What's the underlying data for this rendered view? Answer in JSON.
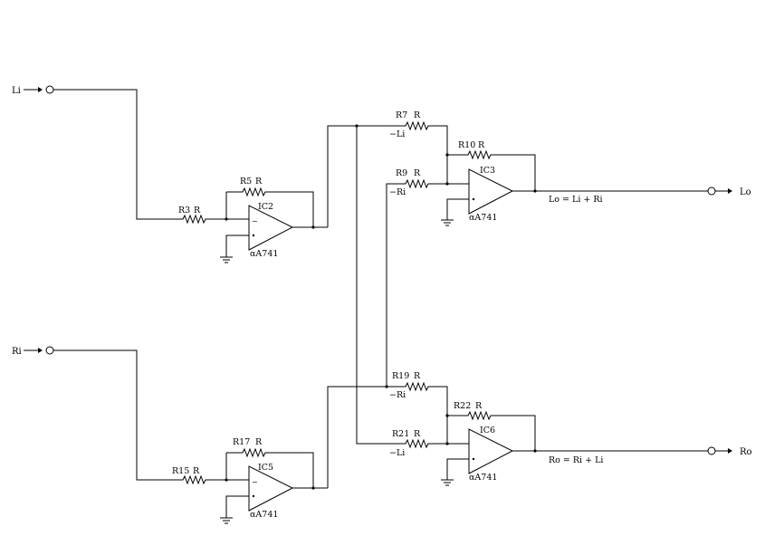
{
  "inputs": {
    "left": "Li",
    "right": "Ri"
  },
  "outputs": {
    "left": "Lo",
    "right": "Ro"
  },
  "opamps": [
    {
      "id": "IC2",
      "type": "αA741"
    },
    {
      "id": "IC3",
      "type": "αA741"
    },
    {
      "id": "IC5",
      "type": "αA741"
    },
    {
      "id": "IC6",
      "type": "αA741"
    }
  ],
  "resistors": [
    {
      "ref": "R3",
      "value": "R"
    },
    {
      "ref": "R5",
      "value": "R"
    },
    {
      "ref": "R7",
      "value": "R"
    },
    {
      "ref": "R9",
      "value": "R"
    },
    {
      "ref": "R10",
      "value": "R"
    },
    {
      "ref": "R15",
      "value": "R"
    },
    {
      "ref": "R17",
      "value": "R"
    },
    {
      "ref": "R19",
      "value": "R"
    },
    {
      "ref": "R21",
      "value": "R"
    },
    {
      "ref": "R22",
      "value": "R"
    }
  ],
  "signals": {
    "neg_li_1": "−Li",
    "neg_ri_1": "−Ri",
    "neg_ri_2": "−Ri",
    "neg_li_2": "−Li"
  },
  "equations": {
    "lo": "Lo = Li + Ri",
    "ro": "Ro = Ri + Li"
  }
}
